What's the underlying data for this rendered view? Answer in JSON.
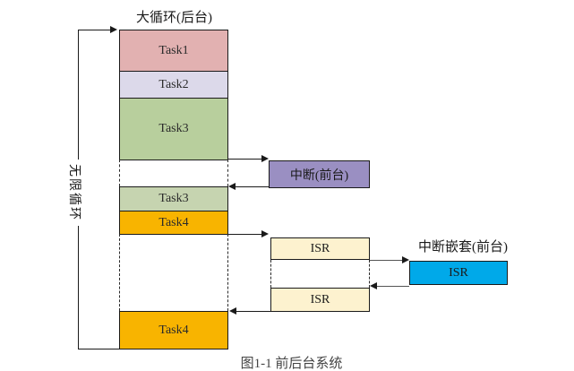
{
  "diagram": {
    "title": "大循环(后台)",
    "infinite_loop_label": "无限循环",
    "interrupt_box_label": "中断(前台)",
    "nested_interrupt_label": "中断嵌套(前台)",
    "caption_cropped": "图1-1 前后台系统",
    "blocks": [
      {
        "label": "Task1"
      },
      {
        "label": "Task2"
      },
      {
        "label": "Task3"
      },
      {
        "label": "Task3"
      },
      {
        "label": "Task4"
      },
      {
        "label": "Task4"
      }
    ],
    "isr_boxes": [
      {
        "label": "ISR"
      },
      {
        "label": "ISR"
      },
      {
        "label": "ISR"
      }
    ],
    "colors": {
      "task1": "#e2b1b1",
      "task2": "#dcd9ea",
      "task3_first": "#b8cf9d",
      "task3_second": "#c6d4b0",
      "task4": "#f8b400",
      "interrupt": "#9a8fc2",
      "isr": "#fdf2cf",
      "isr_nested": "#00a9e9"
    }
  }
}
